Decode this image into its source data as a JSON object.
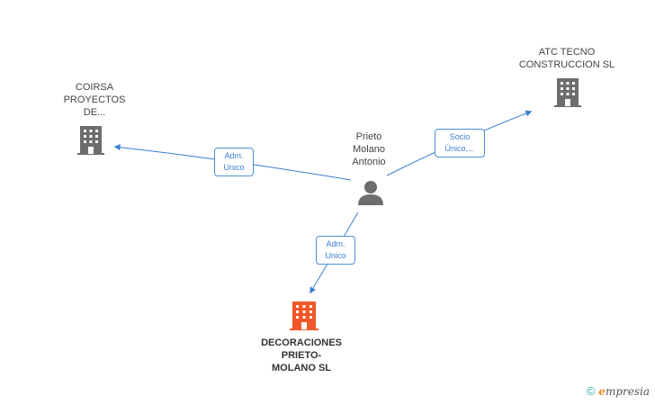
{
  "nodes": {
    "person": {
      "lines": [
        "Prieto",
        "Molano",
        "Antonio"
      ],
      "icon": "person-icon",
      "color": "#6d6d6d"
    },
    "coirsa": {
      "lines": [
        "COIRSA",
        "PROYECTOS",
        "DE..."
      ],
      "icon": "building-icon",
      "color": "#6d6d6d"
    },
    "atc": {
      "lines": [
        "ATC TECNO",
        "CONSTRUCCION SL"
      ],
      "icon": "building-icon",
      "color": "#6d6d6d"
    },
    "decoraciones": {
      "lines": [
        "DECORACIONES",
        "PRIETO-",
        "MOLANO SL"
      ],
      "icon": "building-icon",
      "color": "#f0582a"
    }
  },
  "edges": {
    "to_coirsa": {
      "lines": [
        "Adm.",
        "Unico"
      ]
    },
    "to_atc": {
      "lines": [
        "Socio",
        "Único,..."
      ]
    },
    "to_decoraciones": {
      "lines": [
        "Adm.",
        "Unico"
      ]
    }
  },
  "colors": {
    "edge": "#3b7dd0",
    "accent": "#f0582a"
  },
  "footer": {
    "copyright": "©",
    "brand_initial": "e",
    "brand_rest": "mpresia"
  }
}
